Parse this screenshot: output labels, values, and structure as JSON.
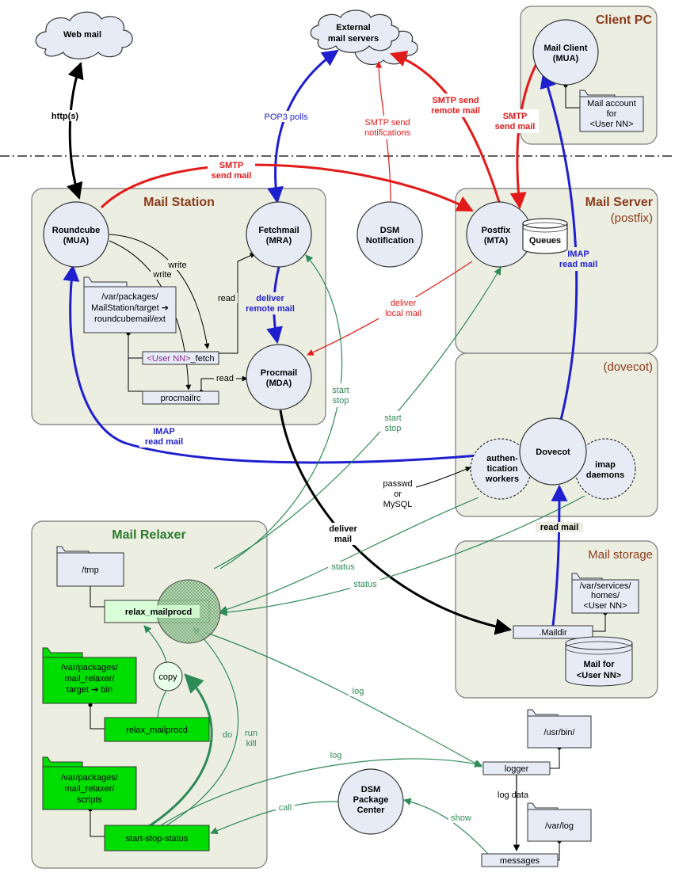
{
  "colors": {
    "group_fill": "#eceee2",
    "group_stroke": "#7a7a7a",
    "node_fill": "#e6ebf6",
    "title_brown": "#8b3a1a",
    "title_green": "#2a7a2a",
    "red": "#e31a1a",
    "blue": "#1f1fd0",
    "green": "#2e8b57",
    "dark": "#000000",
    "purple": "#8b2a8b",
    "bright_green": "#00dd00",
    "light_green": "#d8ffd8"
  },
  "groups": {
    "client_pc": "Client PC",
    "mail_station": "Mail Station",
    "mail_server": "Mail Server",
    "postfix_sub": "(postfix)",
    "dovecot_sub": "(dovecot)",
    "mail_storage": "Mail storage",
    "mail_relaxer": "Mail Relaxer"
  },
  "clouds": {
    "web_mail": "Web mail",
    "external_line1": "External",
    "external_line2": "mail servers"
  },
  "nodes": {
    "roundcube": [
      "Roundcube",
      "(MUA)"
    ],
    "fetchmail": [
      "Fetchmail",
      "(MRA)"
    ],
    "procmail": [
      "Procmail",
      "(MDA)"
    ],
    "dsm_notification": [
      "DSM",
      "Notification"
    ],
    "postfix": [
      "Postfix",
      "(MTA)"
    ],
    "queues": "Queues",
    "mail_client": [
      "Mail Client",
      "(MUA)"
    ],
    "dovecot": "Dovecot",
    "auth_workers": [
      "authen-",
      "tication",
      "workers"
    ],
    "imap_daemons": [
      "imap",
      "daemons"
    ],
    "dsm_package_center": [
      "DSM",
      "Package",
      "Center"
    ],
    "copy": "copy"
  },
  "boxes": {
    "mailstation_target": [
      "/var/packages/",
      "MailStation/target ➔",
      "roundcubemail/ext"
    ],
    "user_fetch_user": "<User NN>",
    "user_fetch_suffix": "_fetch",
    "procmailrc": "procmailrc",
    "mail_account": [
      "Mail account",
      "for"
    ],
    "mail_account_user": "<User NN>",
    "tmp": "/tmp",
    "relax_mailprocd": "relax_mailprocd",
    "relaxer_target": [
      "/var/packages/",
      "mail_relaxer/",
      "target ➔ bin"
    ],
    "relax_mailprocd_bin": "relax_mailprocd",
    "relaxer_scripts": [
      "/var/packages/",
      "mail_relaxer/",
      "scripts"
    ],
    "start_stop_status": "start-stop-status",
    "homes": [
      "/var/services/",
      "homes/"
    ],
    "homes_user": "<User NN>",
    "maildir": ".Maildir",
    "mail_for": "Mail for",
    "mail_for_user": "<User NN>",
    "usr_bin": "/usr/bin/",
    "logger": "logger",
    "var_log": "/var/log",
    "messages": "messages"
  },
  "edges": {
    "https": "http(s)",
    "pop3_polls": "POP3 polls",
    "smtp_notif": [
      "SMTP send",
      "notifications"
    ],
    "smtp_remote": [
      "SMTP send",
      "remote mail"
    ],
    "smtp_client": [
      "SMTP",
      "send mail"
    ],
    "smtp_roundcube": [
      "SMTP",
      "send mail"
    ],
    "write1": "write",
    "write2": "write",
    "read1": "read",
    "read2": "read",
    "deliver_remote": [
      "deliver",
      "remote mail"
    ],
    "deliver_local": [
      "deliver",
      "local mail"
    ],
    "imap_roundcube": [
      "IMAP",
      "read mail"
    ],
    "imap_client": [
      "IMAP",
      "read mail"
    ],
    "start_stop_1": [
      "start",
      "stop"
    ],
    "start_stop_2": [
      "start",
      "stop"
    ],
    "passwd": [
      "passwd",
      "or",
      "MySQL"
    ],
    "deliver_mail": [
      "deliver",
      "mail"
    ],
    "status1": "status",
    "status2": "status",
    "read_mail": "read mail",
    "log1": "log",
    "log2": "log",
    "do": "do",
    "run_kill": [
      "run",
      "kill"
    ],
    "call": "call",
    "show": "show",
    "log_data": "log data"
  }
}
